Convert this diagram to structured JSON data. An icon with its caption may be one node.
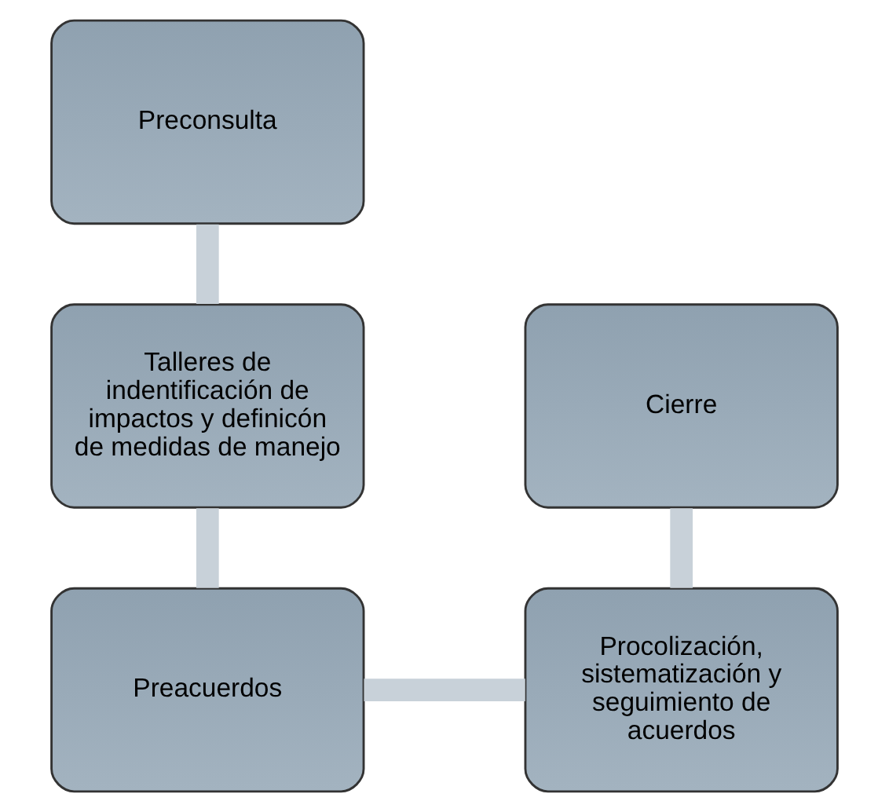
{
  "diagram": {
    "nodes": [
      {
        "text": [
          "Preconsulta"
        ]
      },
      {
        "text": [
          "Talleres de indentificación de impactos y definicón de medidas de manejo"
        ]
      },
      {
        "text": [
          "Preacuerdos"
        ]
      },
      {
        "text": [
          "Cierre"
        ]
      },
      {
        "text": [
          "Procolización, sistematización y seguimiento de acuerdos"
        ]
      }
    ],
    "edges": [
      {
        "from": 0,
        "to": 1,
        "arrow": "none"
      },
      {
        "from": 1,
        "to": 2,
        "arrow": "none"
      },
      {
        "from": 2,
        "to": 4,
        "arrow": "none"
      },
      {
        "from": 4,
        "to": 3,
        "arrow": "none"
      }
    ]
  }
}
